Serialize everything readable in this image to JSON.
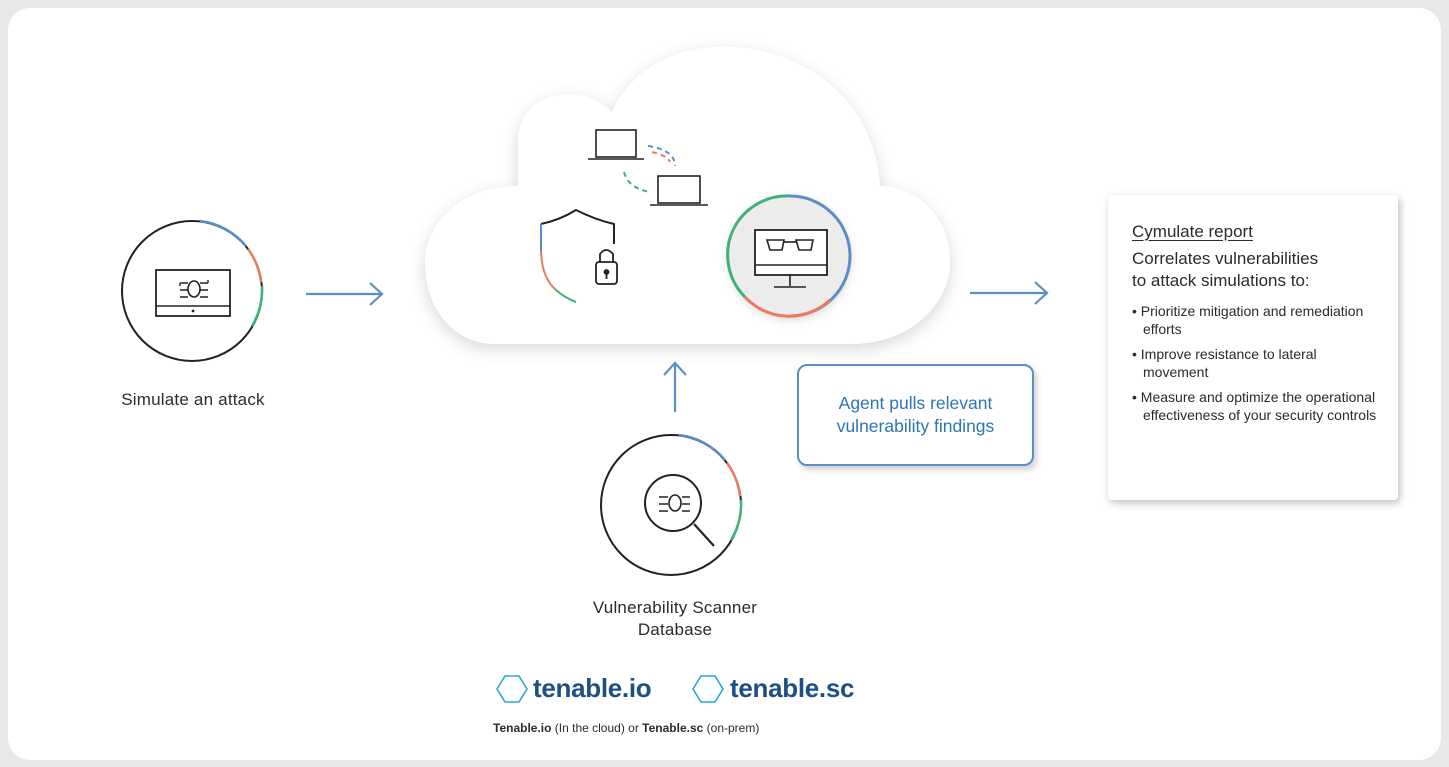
{
  "nodes": {
    "simulate_label": "Simulate an attack",
    "scanner_label_line1": "Vulnerability Scanner",
    "scanner_label_line2": "Database"
  },
  "callout": {
    "line1": "Agent pulls relevant",
    "line2": "vulnerability findings"
  },
  "report": {
    "title": "Cymulate report",
    "subtitle_line1": "Correlates vulnerabilities",
    "subtitle_line2": "to attack simulations to:",
    "bullets": [
      "Prioritize mitigation and remediation efforts",
      "Improve resistance to lateral movement",
      "Measure and optimize the operational effectiveness of your security controls"
    ]
  },
  "brands": {
    "io": "tenable.io",
    "sc": "tenable.sc"
  },
  "footnote": {
    "io_name": "Tenable.io",
    "io_note": " (In the cloud) or ",
    "sc_name": "Tenable.sc",
    "sc_note": " (on-prem)"
  },
  "colors": {
    "blue": "#5b8ec8",
    "orange": "#ec7a5c",
    "green": "#3db27a",
    "brand_navy": "#1d4f86",
    "brand_cyan": "#29a6d9"
  },
  "icons": [
    "bug-monitor-icon",
    "laptop-icon",
    "shield-icon",
    "lock-icon",
    "glasses-monitor-icon",
    "bug-magnifier-icon",
    "arrow-right-icon",
    "arrow-up-icon",
    "hexagon-icon"
  ]
}
